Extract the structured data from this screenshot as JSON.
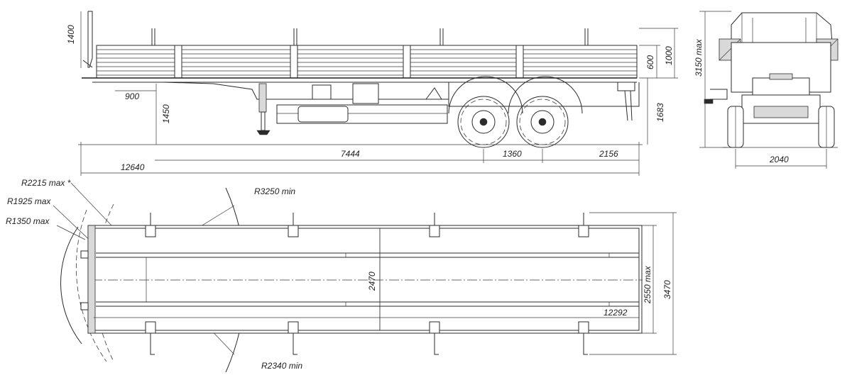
{
  "side_view": {
    "dims": {
      "deck_height": "1400",
      "front_overhang": "900",
      "coupling_height": "1450",
      "wheelbase_front": "7444",
      "axle_spacing": "1360",
      "rear_overhang": "2156",
      "overall_length": "12640",
      "side_board_height": "600",
      "stake_height": "1000",
      "total_height": "1683"
    }
  },
  "rear_view": {
    "dims": {
      "max_height": "3150 max",
      "track": "2040"
    }
  },
  "top_view": {
    "dims": {
      "r_front_max": "R2215 max *",
      "r_mid_max": "R1925 max",
      "r_inner_max": "R1350  max",
      "r_outer_min": "R3250 min",
      "r_inner_min": "R2340 min",
      "inner_width": "2470",
      "inner_length": "12292",
      "outer_width": "2550 max",
      "stake_width": "3470"
    }
  }
}
